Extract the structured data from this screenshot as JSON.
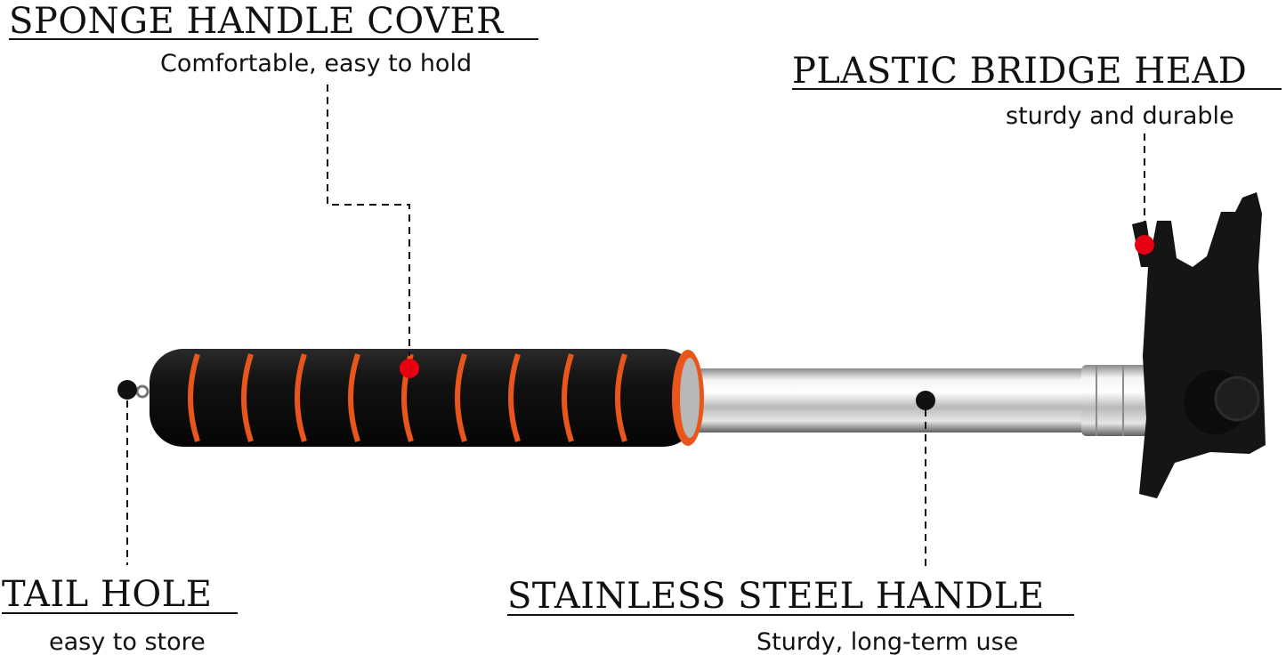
{
  "callouts": {
    "sponge": {
      "title": "SPONGE HANDLE COVER",
      "subtitle": "Comfortable, easy to hold"
    },
    "bridge": {
      "title": "PLASTIC BRIDGE HEAD",
      "subtitle": "sturdy and durable"
    },
    "tail": {
      "title": "TAIL HOLE",
      "subtitle": "easy to store"
    },
    "steel": {
      "title": "STAINLESS STEEL HANDLE",
      "subtitle": "Sturdy, long-term use"
    }
  },
  "colors": {
    "text": "#111111",
    "foam": "#1b1b1b",
    "foam_ring": "#e8561c",
    "steel_light": "#f2f2f2",
    "steel_dark": "#6d6d6d",
    "head": "#151515",
    "dot_red": "#e60012",
    "dot_black": "#111111"
  }
}
